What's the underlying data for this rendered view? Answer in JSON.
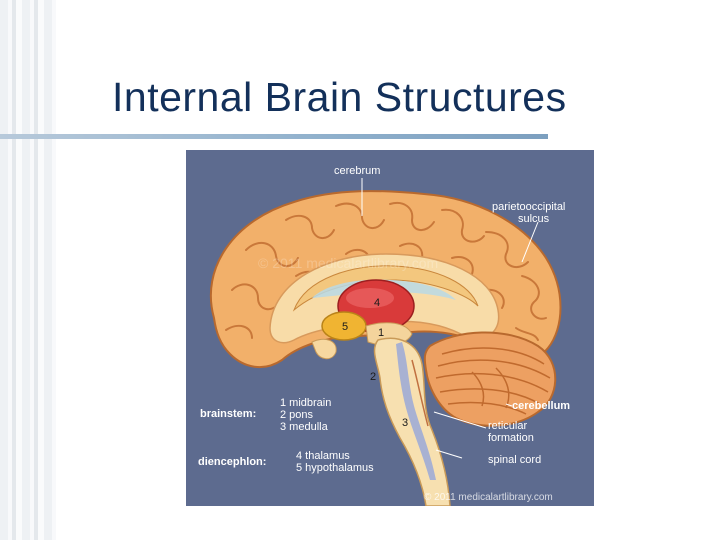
{
  "slide": {
    "title": "Internal Brain Structures"
  },
  "figure": {
    "labels": {
      "cerebrum": "cerebrum",
      "parieto_line1": "parietooccipital",
      "parieto_line2": "sulcus",
      "cerebellum": "cerebellum",
      "reticular_line1": "reticular",
      "reticular_line2": "formation",
      "spinal_cord": "spinal cord",
      "brainstem": "brainstem:",
      "brainstem_items": [
        "1 midbrain",
        "2 pons",
        "3 medulla"
      ],
      "diencephalon": "diencephlon:",
      "diencephalon_items": [
        "4 thalamus",
        "5 hypothalamus"
      ]
    },
    "numbers": [
      "1",
      "2",
      "3",
      "4",
      "5"
    ],
    "watermark_center": "© 2011 medicalartlibrary.com",
    "watermark_bottom": "© 2011 medicalartlibrary.com"
  },
  "colors": {
    "title": "#13305a",
    "figure_background": "#5d6b8f",
    "cortex": "#f2b06a",
    "cortex_fold": "#c9783a",
    "inner": "#f8dca8",
    "thalamus": "#d93a3a",
    "hypothalamus": "#f0b432",
    "brainstem": "#f7e0b0",
    "cerebellum": "#eda062"
  }
}
